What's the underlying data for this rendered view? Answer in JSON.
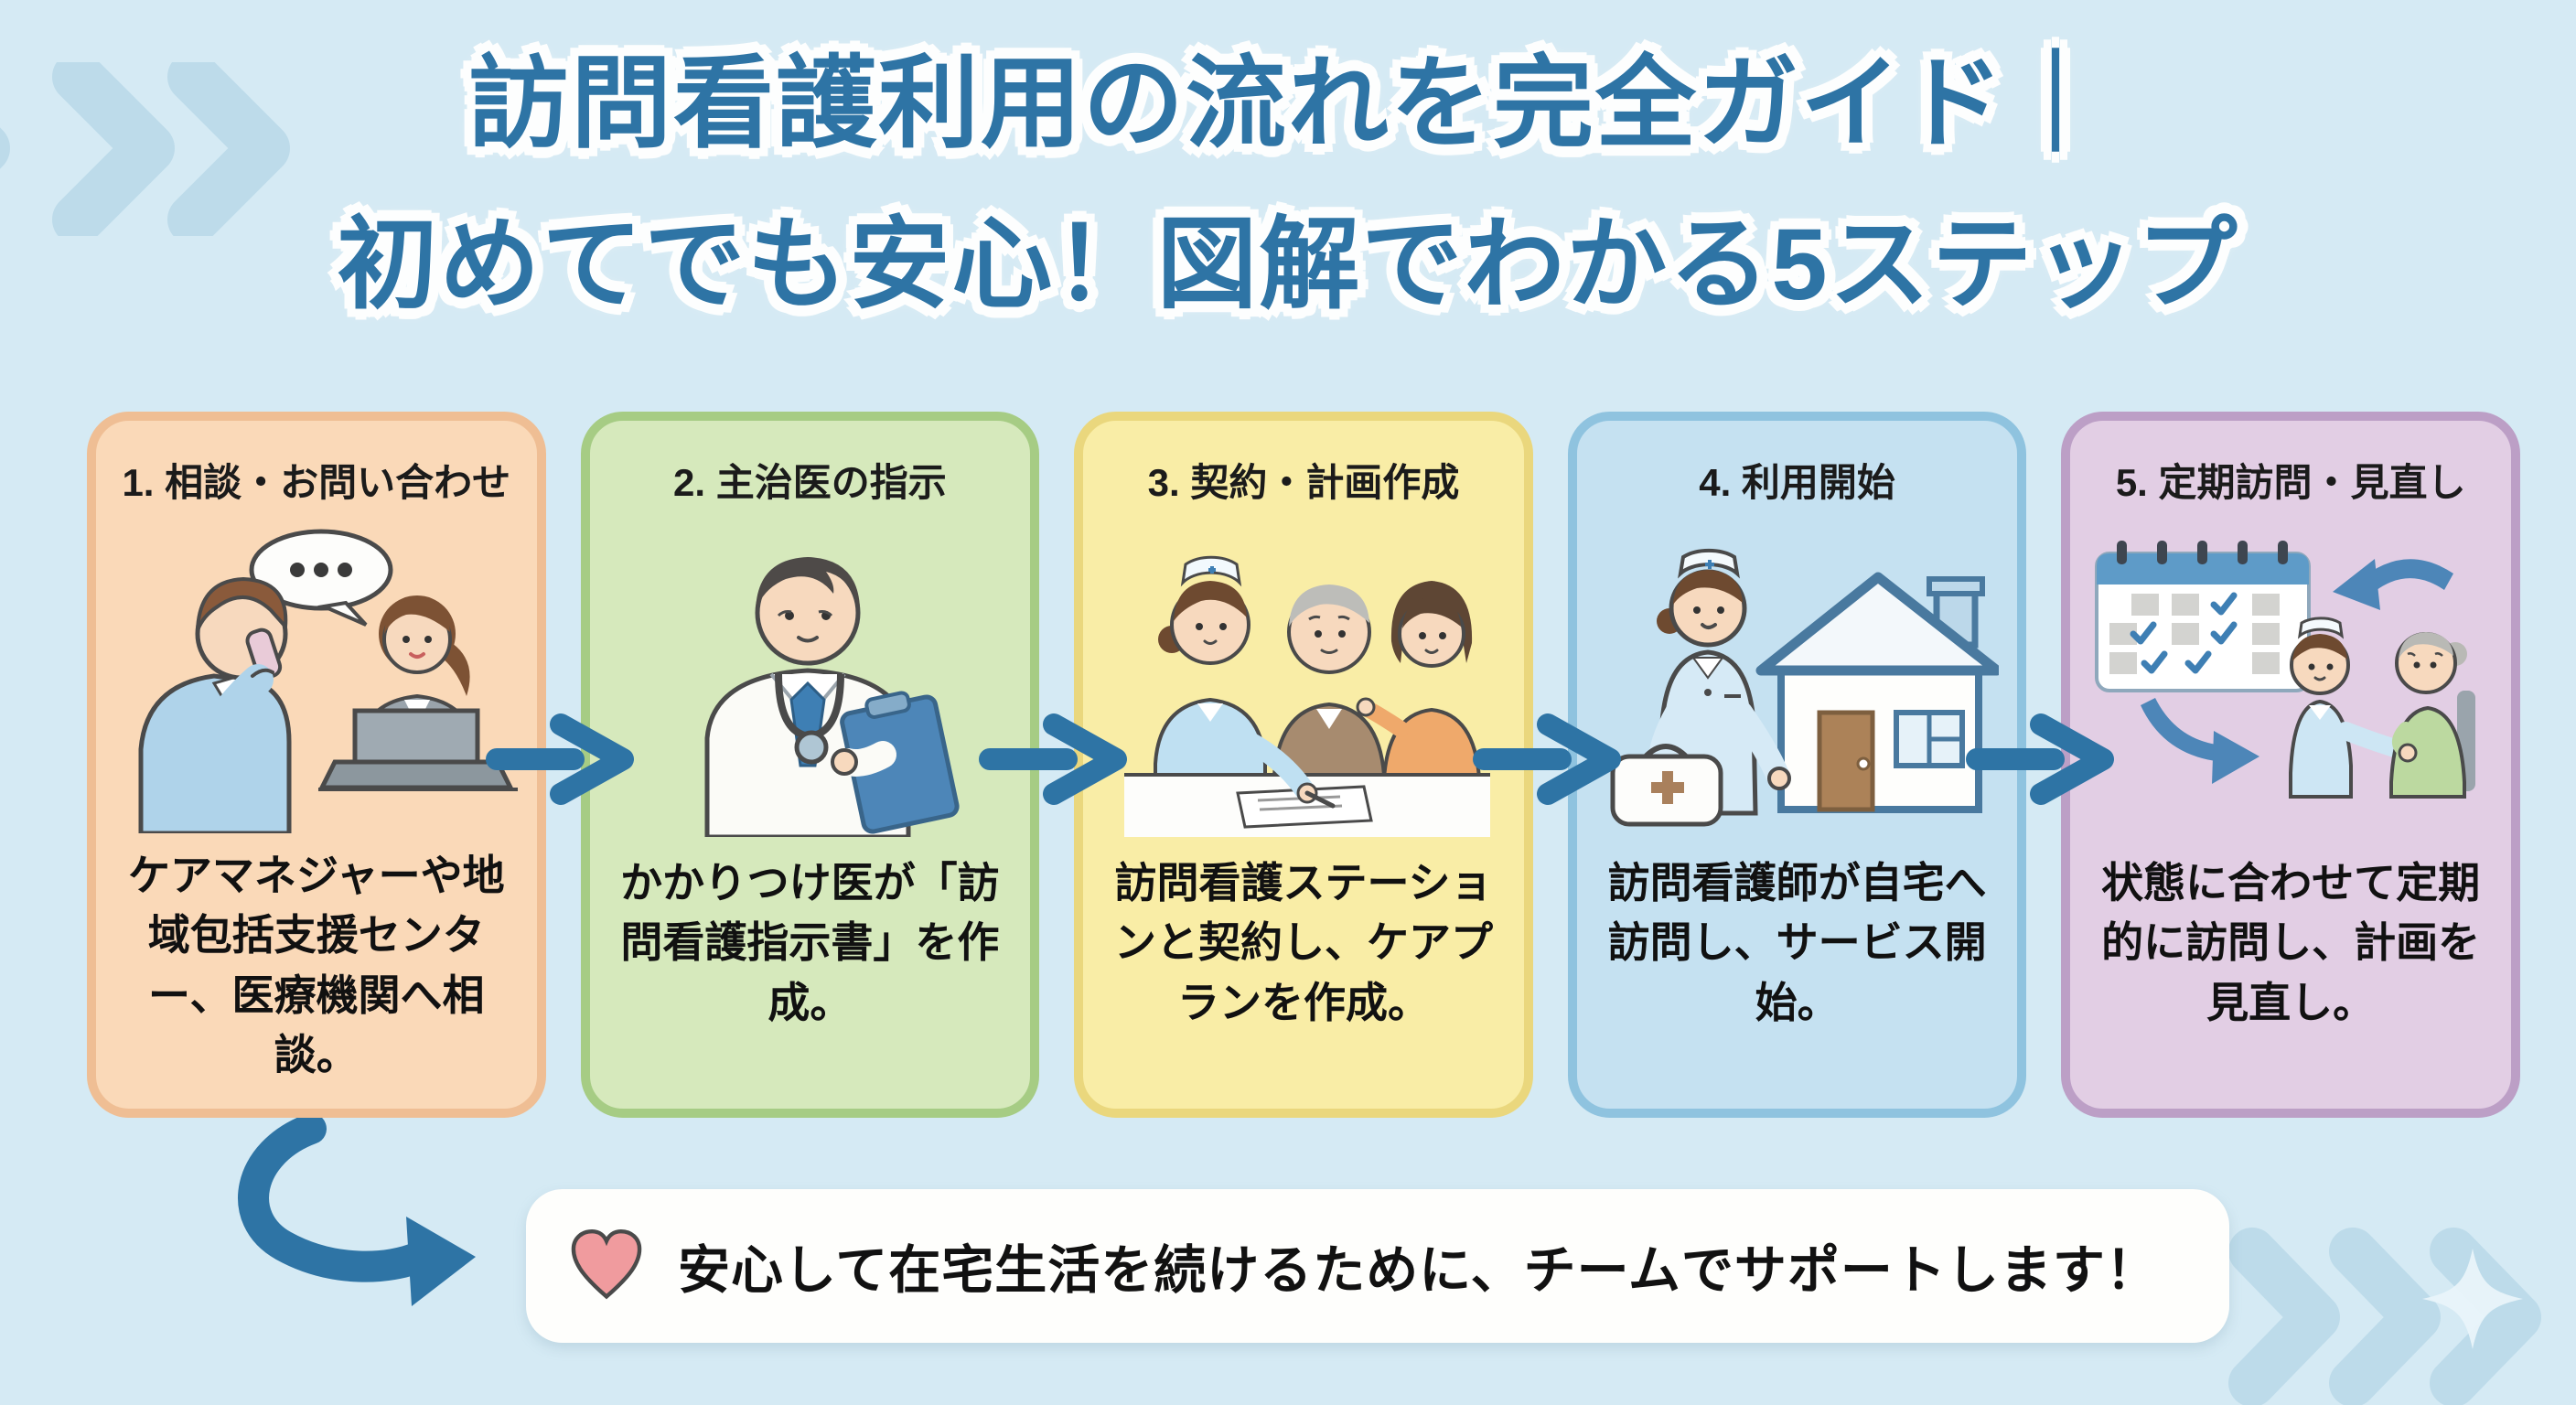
{
  "title": {
    "line1": "訪問看護利用の流れを完全ガイド｜",
    "line2": "初めてでも安心！図解でわかる5ステップ"
  },
  "steps": [
    {
      "header": "1. 相談・お問い合わせ",
      "description": "ケアマネジャーや地域包括支援センター、医療機関へ相談。",
      "icon": "phone-consultation-illustration",
      "bg": "#FAD9B8",
      "border": "#EFBE94"
    },
    {
      "header": "2. 主治医の指示",
      "description": "かかりつけ医が「訪問看護指示書」を作成。",
      "icon": "doctor-instruction-illustration",
      "bg": "#D6E9BC",
      "border": "#A6CC84"
    },
    {
      "header": "3. 契約・計画作成",
      "description": "訪問看護ステーションと契約し、ケアプランを作成。",
      "icon": "contract-signing-illustration",
      "bg": "#F9EDA6",
      "border": "#EAD77D"
    },
    {
      "header": "4. 利用開始",
      "description": "訪問看護師が自宅へ訪問し、サービス開始。",
      "icon": "home-visit-illustration",
      "bg": "#C5E1F1",
      "border": "#8FC3DF"
    },
    {
      "header": "5. 定期訪問・見直し",
      "description": "状態に合わせて定期的に訪問し、計画を見直し。",
      "icon": "periodic-review-illustration",
      "bg": "#E2CEE4",
      "border": "#BC9FC6"
    }
  ],
  "banner": {
    "text": "安心して在宅生活を続けるために、チームでサポートします！",
    "heart_icon": "heart-icon",
    "heart_color": "#F09B9E"
  },
  "colors": {
    "background": "#D5EAF4",
    "accent_blue": "#2E74A5",
    "deco_chevron": "#BDDBEA"
  }
}
